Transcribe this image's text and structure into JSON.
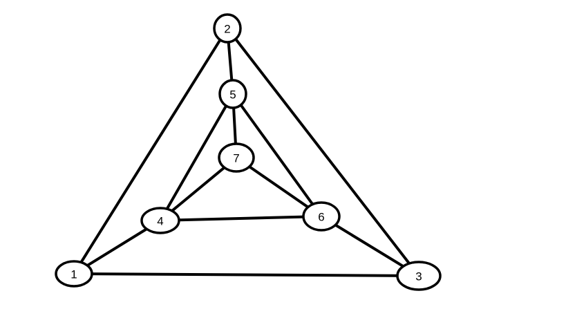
{
  "graph": {
    "nodes": [
      {
        "id": "1",
        "label": "1"
      },
      {
        "id": "2",
        "label": "2"
      },
      {
        "id": "3",
        "label": "3"
      },
      {
        "id": "4",
        "label": "4"
      },
      {
        "id": "5",
        "label": "5"
      },
      {
        "id": "6",
        "label": "6"
      },
      {
        "id": "7",
        "label": "7"
      }
    ],
    "edges": [
      [
        "1",
        "2"
      ],
      [
        "2",
        "3"
      ],
      [
        "1",
        "3"
      ],
      [
        "2",
        "5"
      ],
      [
        "1",
        "4"
      ],
      [
        "3",
        "6"
      ],
      [
        "4",
        "5"
      ],
      [
        "5",
        "6"
      ],
      [
        "4",
        "6"
      ],
      [
        "5",
        "7"
      ],
      [
        "4",
        "7"
      ],
      [
        "6",
        "7"
      ]
    ],
    "colors": {
      "stroke": "#000000",
      "node_fill": "#ffffff",
      "background": "#ffffff"
    }
  }
}
